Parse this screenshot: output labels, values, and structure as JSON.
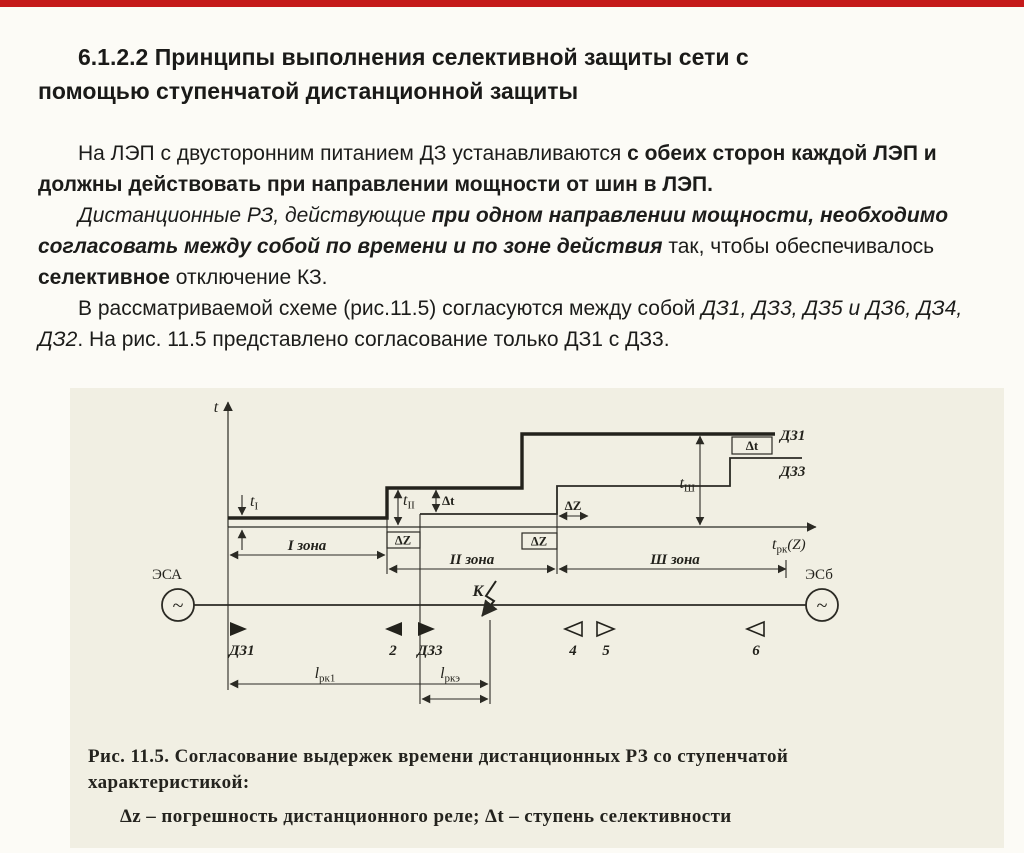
{
  "slide": {
    "title_lines": [
      "6.1.2.2 Принципы выполнения селективной защиты сети с",
      "помощью ступенчатой дистанционной защиты"
    ],
    "paragraph1": {
      "normal1": "На ЛЭП с двусторонним питанием ДЗ устанавливаются ",
      "bold1": "с обеих сторон каждой ЛЭП и должны действовать при направлении мощности от шин в ЛЭП."
    },
    "paragraph2": {
      "italic1": "Дистанционные РЗ, действующие ",
      "bolditalic1": "при одном направлении мощности, необходимо согласовать между собой по времени и по зоне действия",
      "normal1": " так, чтобы обеспечивалось ",
      "bold1": "селективное",
      "normal2": " отключение КЗ."
    },
    "paragraph3": {
      "normal1": "В рассматриваемой схеме (рис.11.5) согласуются между собой ",
      "italic1": "ДЗ1, ДЗ3, ДЗ5 и ДЗ6, ДЗ4, ДЗ2",
      "normal2": ". На рис. 11.5 представлено согласование только ДЗ1 с ДЗ3."
    }
  },
  "figure": {
    "labels": {
      "axis_t": "t",
      "axis_x_main": "t",
      "axis_x_sub": "рк",
      "axis_x_tail": "(Z)",
      "t1_main": "t",
      "t1_sub": "I",
      "t2_main": "t",
      "t2_sub": "II",
      "t3_main": "t",
      "t3_sub": "Ш",
      "dt_small": "Δt",
      "dt_top": "Δt",
      "dz_a": "ΔZ",
      "dz_b": "ΔZ",
      "dz_c": "ΔZ",
      "zone1": "I зона",
      "zone2": "II зона",
      "zone3": "Ш зона",
      "curve_dz1": "ДЗ1",
      "curve_dz3": "ДЗ3",
      "esa": "ЭСА",
      "esb": "ЭСб",
      "tilde_a": "~",
      "tilde_b": "~",
      "relay_dz1": "ДЗ1",
      "relay_2": "2",
      "relay_dz3": "ДЗ3",
      "relay_4": "4",
      "relay_5": "5",
      "relay_6": "6",
      "k_point": "К",
      "l_rk1_main": "l",
      "l_rk1_sub": "рк1",
      "l_rk3_main": "l",
      "l_rk3_sub": "ркэ"
    }
  },
  "caption": {
    "line1": "Рис. 11.5. Согласование выдержек времени дистанционных РЗ со ступенчатой",
    "line2": "характеристикой:",
    "line3": "Δz – погрешность дистанционного реле; Δt – ступень селективности"
  },
  "colors": {
    "accent_bar": "#c51a1a",
    "page_bg": "#fcfbf6",
    "scan_bg": "#f1efe3",
    "ink": "#23221c"
  }
}
